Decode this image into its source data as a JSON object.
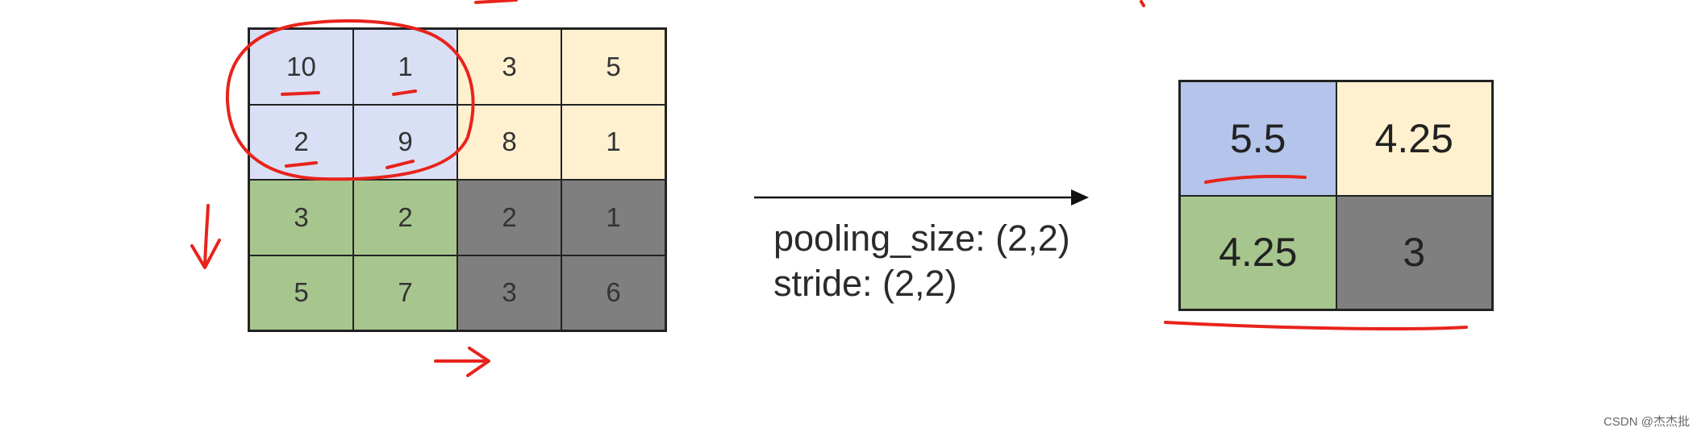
{
  "input_matrix": {
    "rows": [
      [
        "10",
        "1",
        "3",
        "5"
      ],
      [
        "2",
        "9",
        "8",
        "1"
      ],
      [
        "3",
        "2",
        "2",
        "1"
      ],
      [
        "5",
        "7",
        "3",
        "6"
      ]
    ],
    "quadrant_colors": [
      "#d9e0f5",
      "#fff1cf",
      "#a7c68e",
      "#7f7f7f"
    ]
  },
  "output_matrix": {
    "rows": [
      [
        "5.5",
        "4.25"
      ],
      [
        "4.25",
        "3"
      ]
    ],
    "cell_colors": [
      "#b4c4ea",
      "#fff1cf",
      "#a7c68e",
      "#7f7f7f"
    ]
  },
  "params": {
    "pooling_size_label": "pooling_size: (2,2)",
    "stride_label": "stride: (2,2)"
  },
  "annotation_color": "#e8231b",
  "watermark": "CSDN @杰杰批"
}
